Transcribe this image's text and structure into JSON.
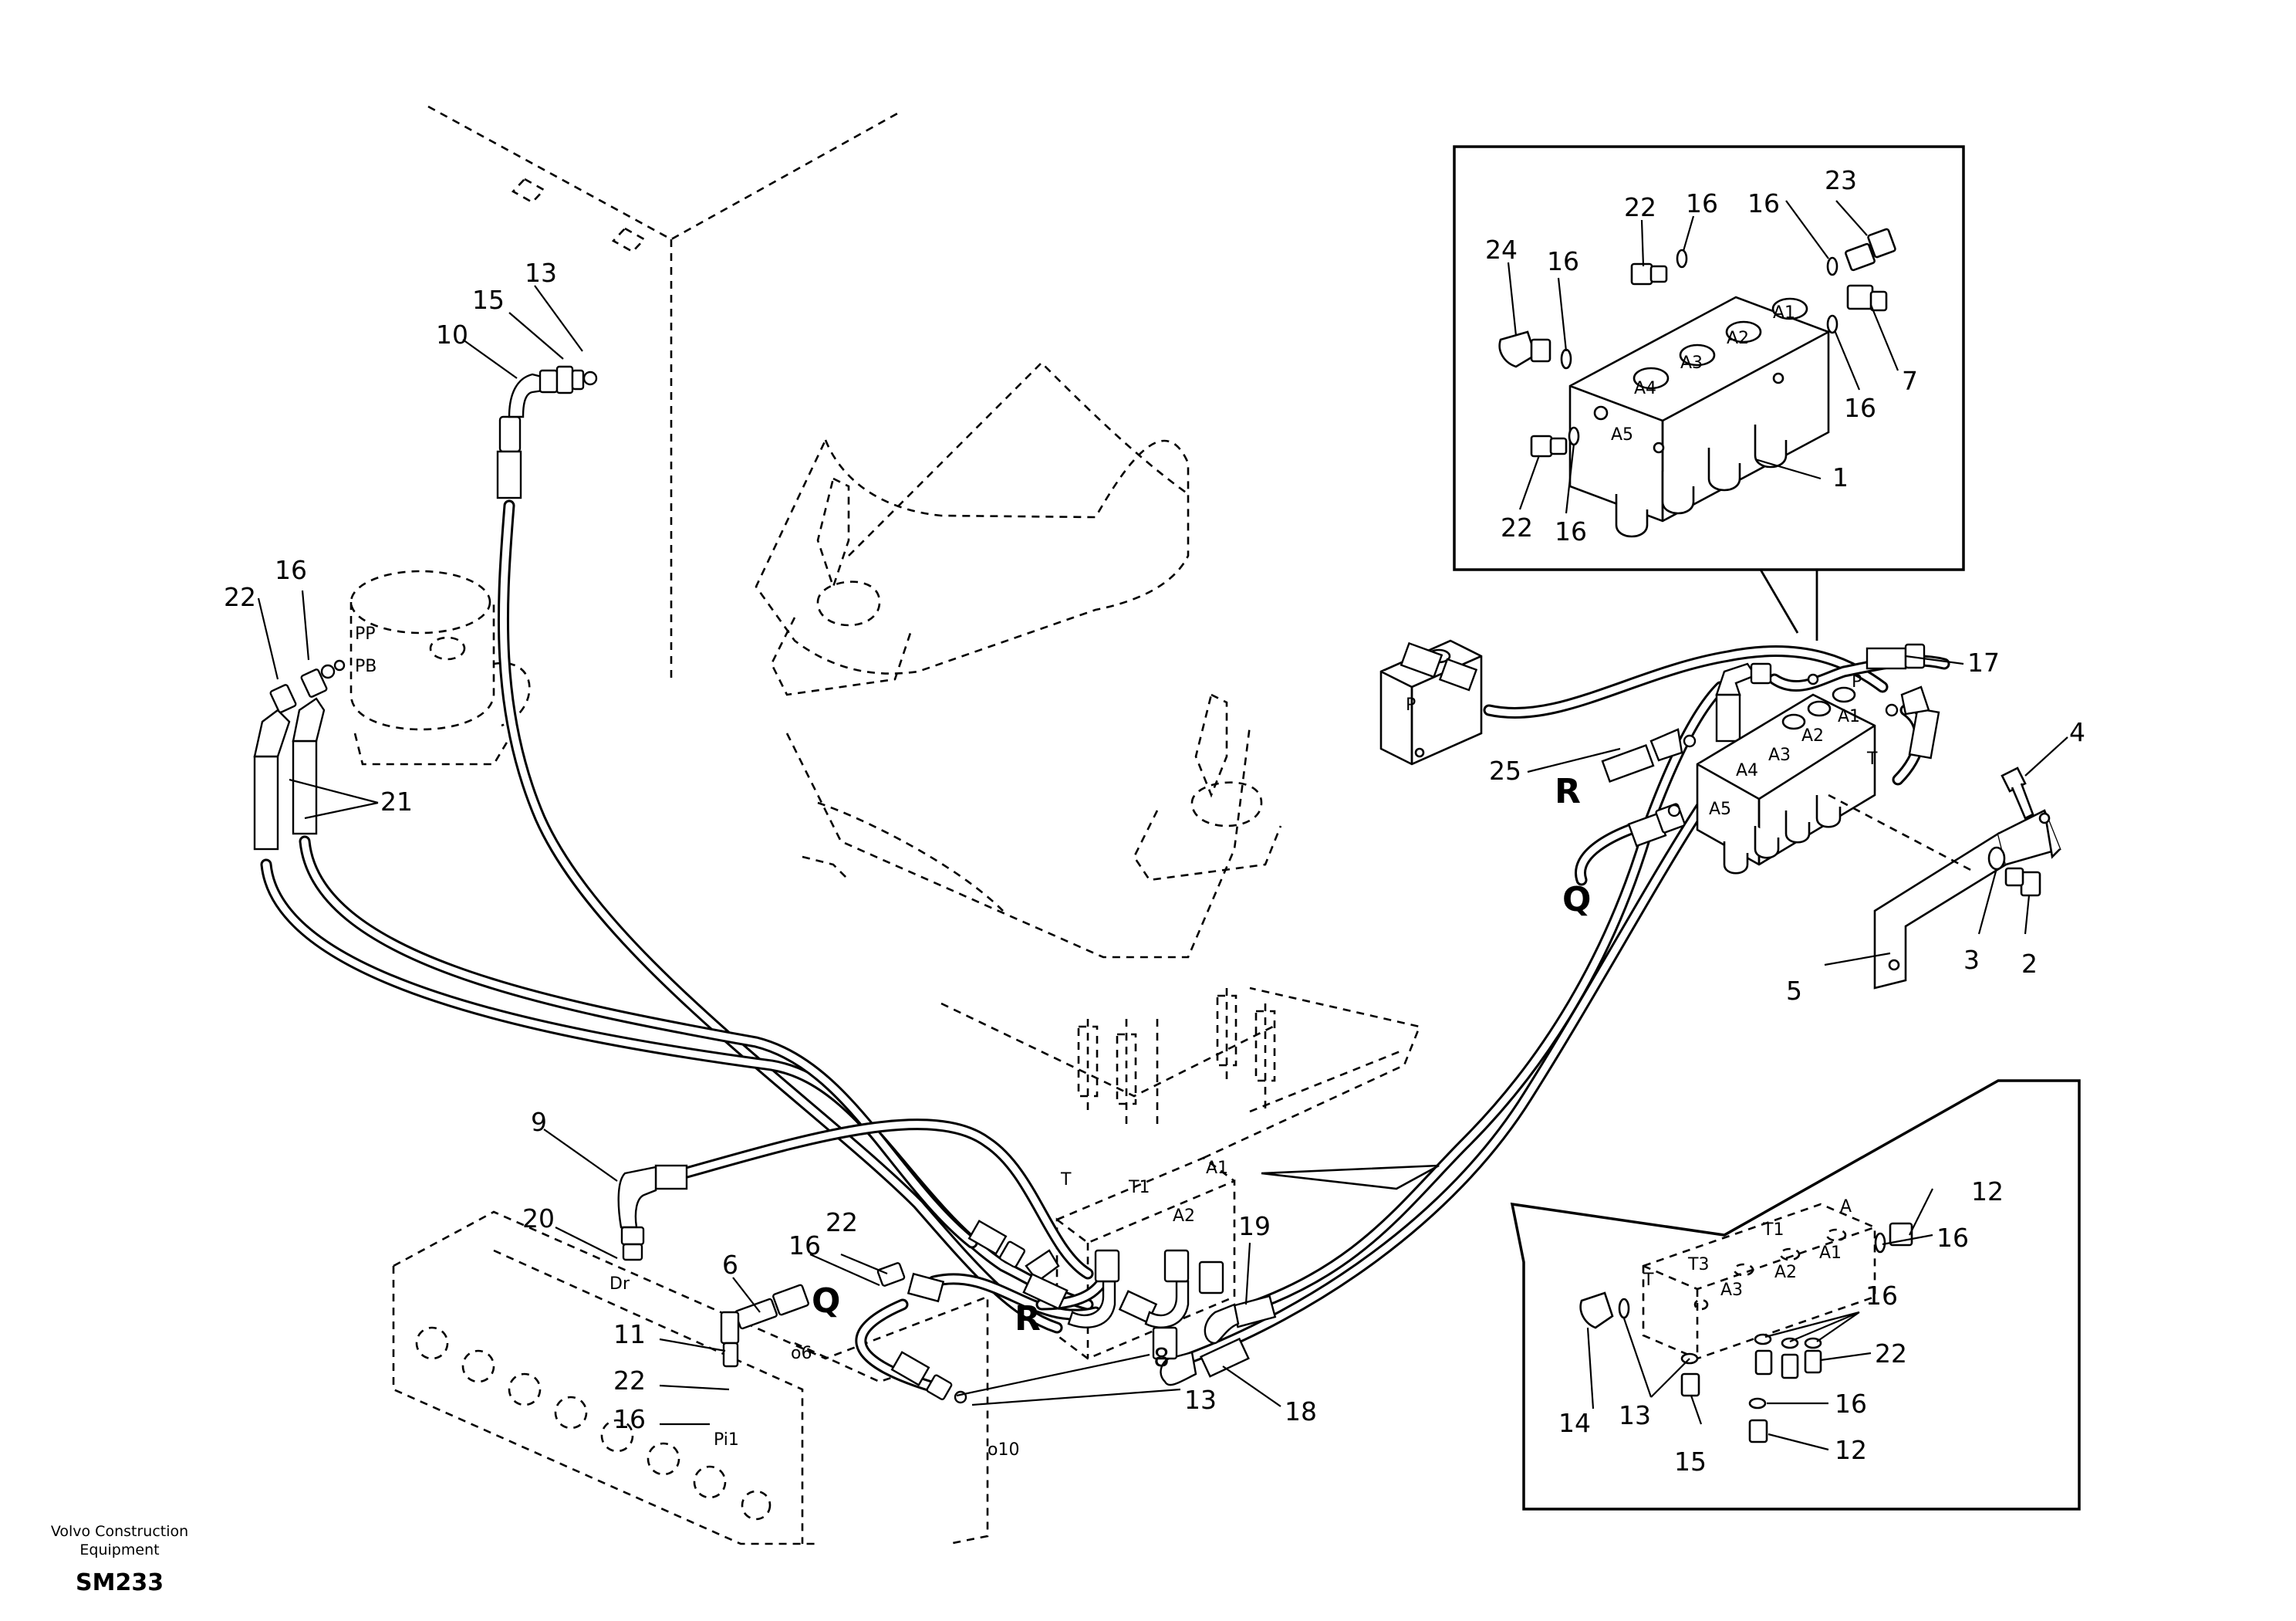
{
  "callouts": {
    "c13a": "13",
    "c15a": "15",
    "c10a": "10",
    "c16a": "16",
    "c22a": "22",
    "c21": "21",
    "c9": "9",
    "c20": "20",
    "c6": "6",
    "c11": "11",
    "c22b": "22",
    "c16b": "16",
    "c16c": "16",
    "c22c": "22",
    "c8": "8",
    "c13b": "13",
    "c19": "19",
    "c18": "18",
    "c22d": "22",
    "c16d": "16",
    "c16e": "16",
    "c23": "23",
    "c24": "24",
    "c16f": "16",
    "c7": "7",
    "c16g": "16",
    "c1": "1",
    "c22e": "22",
    "c16h": "16",
    "c17": "17",
    "c4": "4",
    "c25": "25",
    "c5": "5",
    "c3": "3",
    "c2": "2",
    "c12a": "12",
    "c16i": "16",
    "c16j": "16",
    "c22f": "22",
    "c14": "14",
    "c13c": "13",
    "c15b": "15",
    "c16k": "16",
    "c12b": "12"
  },
  "ports": {
    "pp": "PP",
    "pb": "PB",
    "dr": "Dr",
    "pi1": "Pi1",
    "o6": "o6",
    "o10": "o10",
    "main_t": "T",
    "main_t1": "T1",
    "main_a1": "A1",
    "main_a2": "A2",
    "inset_a1": "A1",
    "inset_a2": "A2",
    "inset_a3": "A3",
    "inset_a4": "A4",
    "inset_a5": "A5",
    "block_p": "P",
    "block_a1": "A1",
    "block_a2": "A2",
    "block_a3": "A3",
    "block_a4": "A4",
    "block_a5": "A5",
    "block_t": "T",
    "tank_p": "P",
    "i2_a": "A",
    "i2_t1": "T1",
    "i2_t": "T",
    "i2_t3": "T3",
    "i2_a3": "A3",
    "i2_a2": "A2",
    "i2_a1": "A1"
  },
  "letters": {
    "r_left": "R",
    "q_left": "Q",
    "r_right": "R",
    "q_right": "Q"
  },
  "footer": {
    "line1": "Volvo Construction",
    "line2": "Equipment",
    "code": "SM233"
  }
}
